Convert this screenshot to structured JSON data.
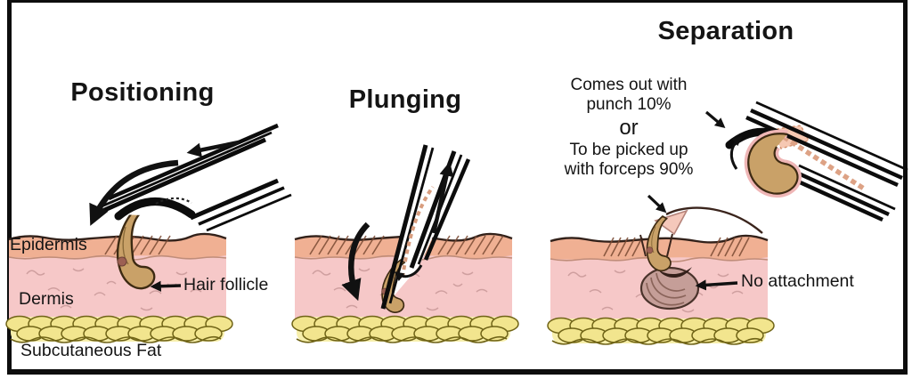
{
  "figure": {
    "panels": {
      "positioning": {
        "title": "Positioning"
      },
      "plunging": {
        "title": "Plunging"
      },
      "separation": {
        "title": "Separation",
        "outcome_punch": [
          "Comes out with",
          "punch 10%"
        ],
        "or": "or",
        "outcome_forceps": [
          "To be picked up",
          "with forceps 90%"
        ],
        "no_attachment_label": "No attachment"
      }
    },
    "skin_labels": {
      "epidermis": "Epidermis",
      "dermis": "Dermis",
      "subcutaneous_fat": "Subcutaneous Fat",
      "hair_follicle": "Hair follicle"
    },
    "colors": {
      "epidermis": "#f0b093",
      "dermis": "#f6c8c8",
      "fat": "#f2e58e",
      "fat_bg": "#f7efab",
      "follicle": "#c9a168",
      "outline": "#32211a",
      "ink": "#141414"
    }
  }
}
